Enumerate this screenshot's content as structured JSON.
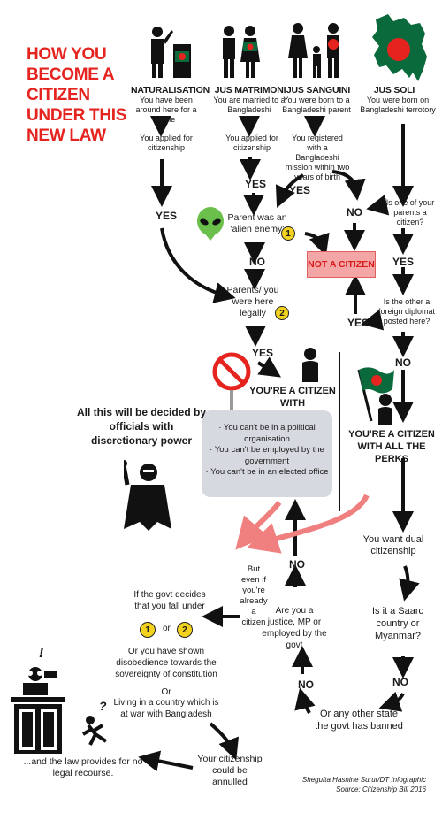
{
  "title": "HOW YOU BECOME A CITIZEN UNDER THIS NEW LAW",
  "columns": [
    {
      "head": "NATURALISATION",
      "desc": "You have been around here for a while",
      "step": "You applied for citizenship",
      "icon": "voter-icon"
    },
    {
      "head": "JUS MATRIMONI",
      "desc": "You are married to a Bangladeshi",
      "step": "You applied for citizenship",
      "icon": "couple-icon"
    },
    {
      "head": "JUS SANGUINI",
      "desc": "You were born to a Bangladeshi parent",
      "step": "You registered with a Bangladeshi mission within two years of birth",
      "icon": "family-icon"
    },
    {
      "head": "JUS SOLI",
      "desc": "You were born on Bangladeshi terrotory",
      "icon": "bangladesh-map-icon"
    }
  ],
  "labels": {
    "yes": "YES",
    "no": "NO",
    "alien": "Parent was an 'alien enemy'",
    "parents_here": "Parents/ you were here legally",
    "not_citizen": "NOT A CITIZEN",
    "one_parent": "Is one of your parents a citizen?",
    "other_parent": "Is the other a foreign diplomat posted here?",
    "restrictions_title": "YOU'RE A CITIZEN WITH RESTRICTIONS",
    "restrictions": [
      "· You can't be in a political organisation",
      "· You can't be employed by the government",
      "· You can't be in an elected office"
    ],
    "perks": "YOU'RE A CITIZEN WITH ALL THE PERKS",
    "official_note": "All this will be decided by officials with discretionary power",
    "dual": "You want dual citizenship",
    "saarc": "Is it a Saarc country or Myanmar?",
    "banned": "Or any other state the govt has banned",
    "justice": "Are you a justice, MP or employed by the govt",
    "even_if": "But even if you're already a citizen",
    "govt_decides": "If the govt decides that you fall under",
    "or": "or",
    "disobedience": "Or you have shown disobedience towards the sovereignty of constitution",
    "or2": "Or",
    "war": "Living in a country which is at war with Bangladesh",
    "annulled": "Your citizenship could be annulled",
    "recourse": "...and the law provides for no legal recourse.",
    "exclaim": "!",
    "question": "?",
    "num1": "1",
    "num2": "2"
  },
  "credit": {
    "line1": "Shegufta Hasnine Surur/DT Infographic",
    "line2": "Source: Citizenship Bill 2016"
  },
  "colors": {
    "accent_red": "#e52420",
    "pink_arrow": "#f08080",
    "flag_green": "#0a6a3c",
    "flag_red": "#e52420",
    "alien_green": "#6ac04a"
  }
}
